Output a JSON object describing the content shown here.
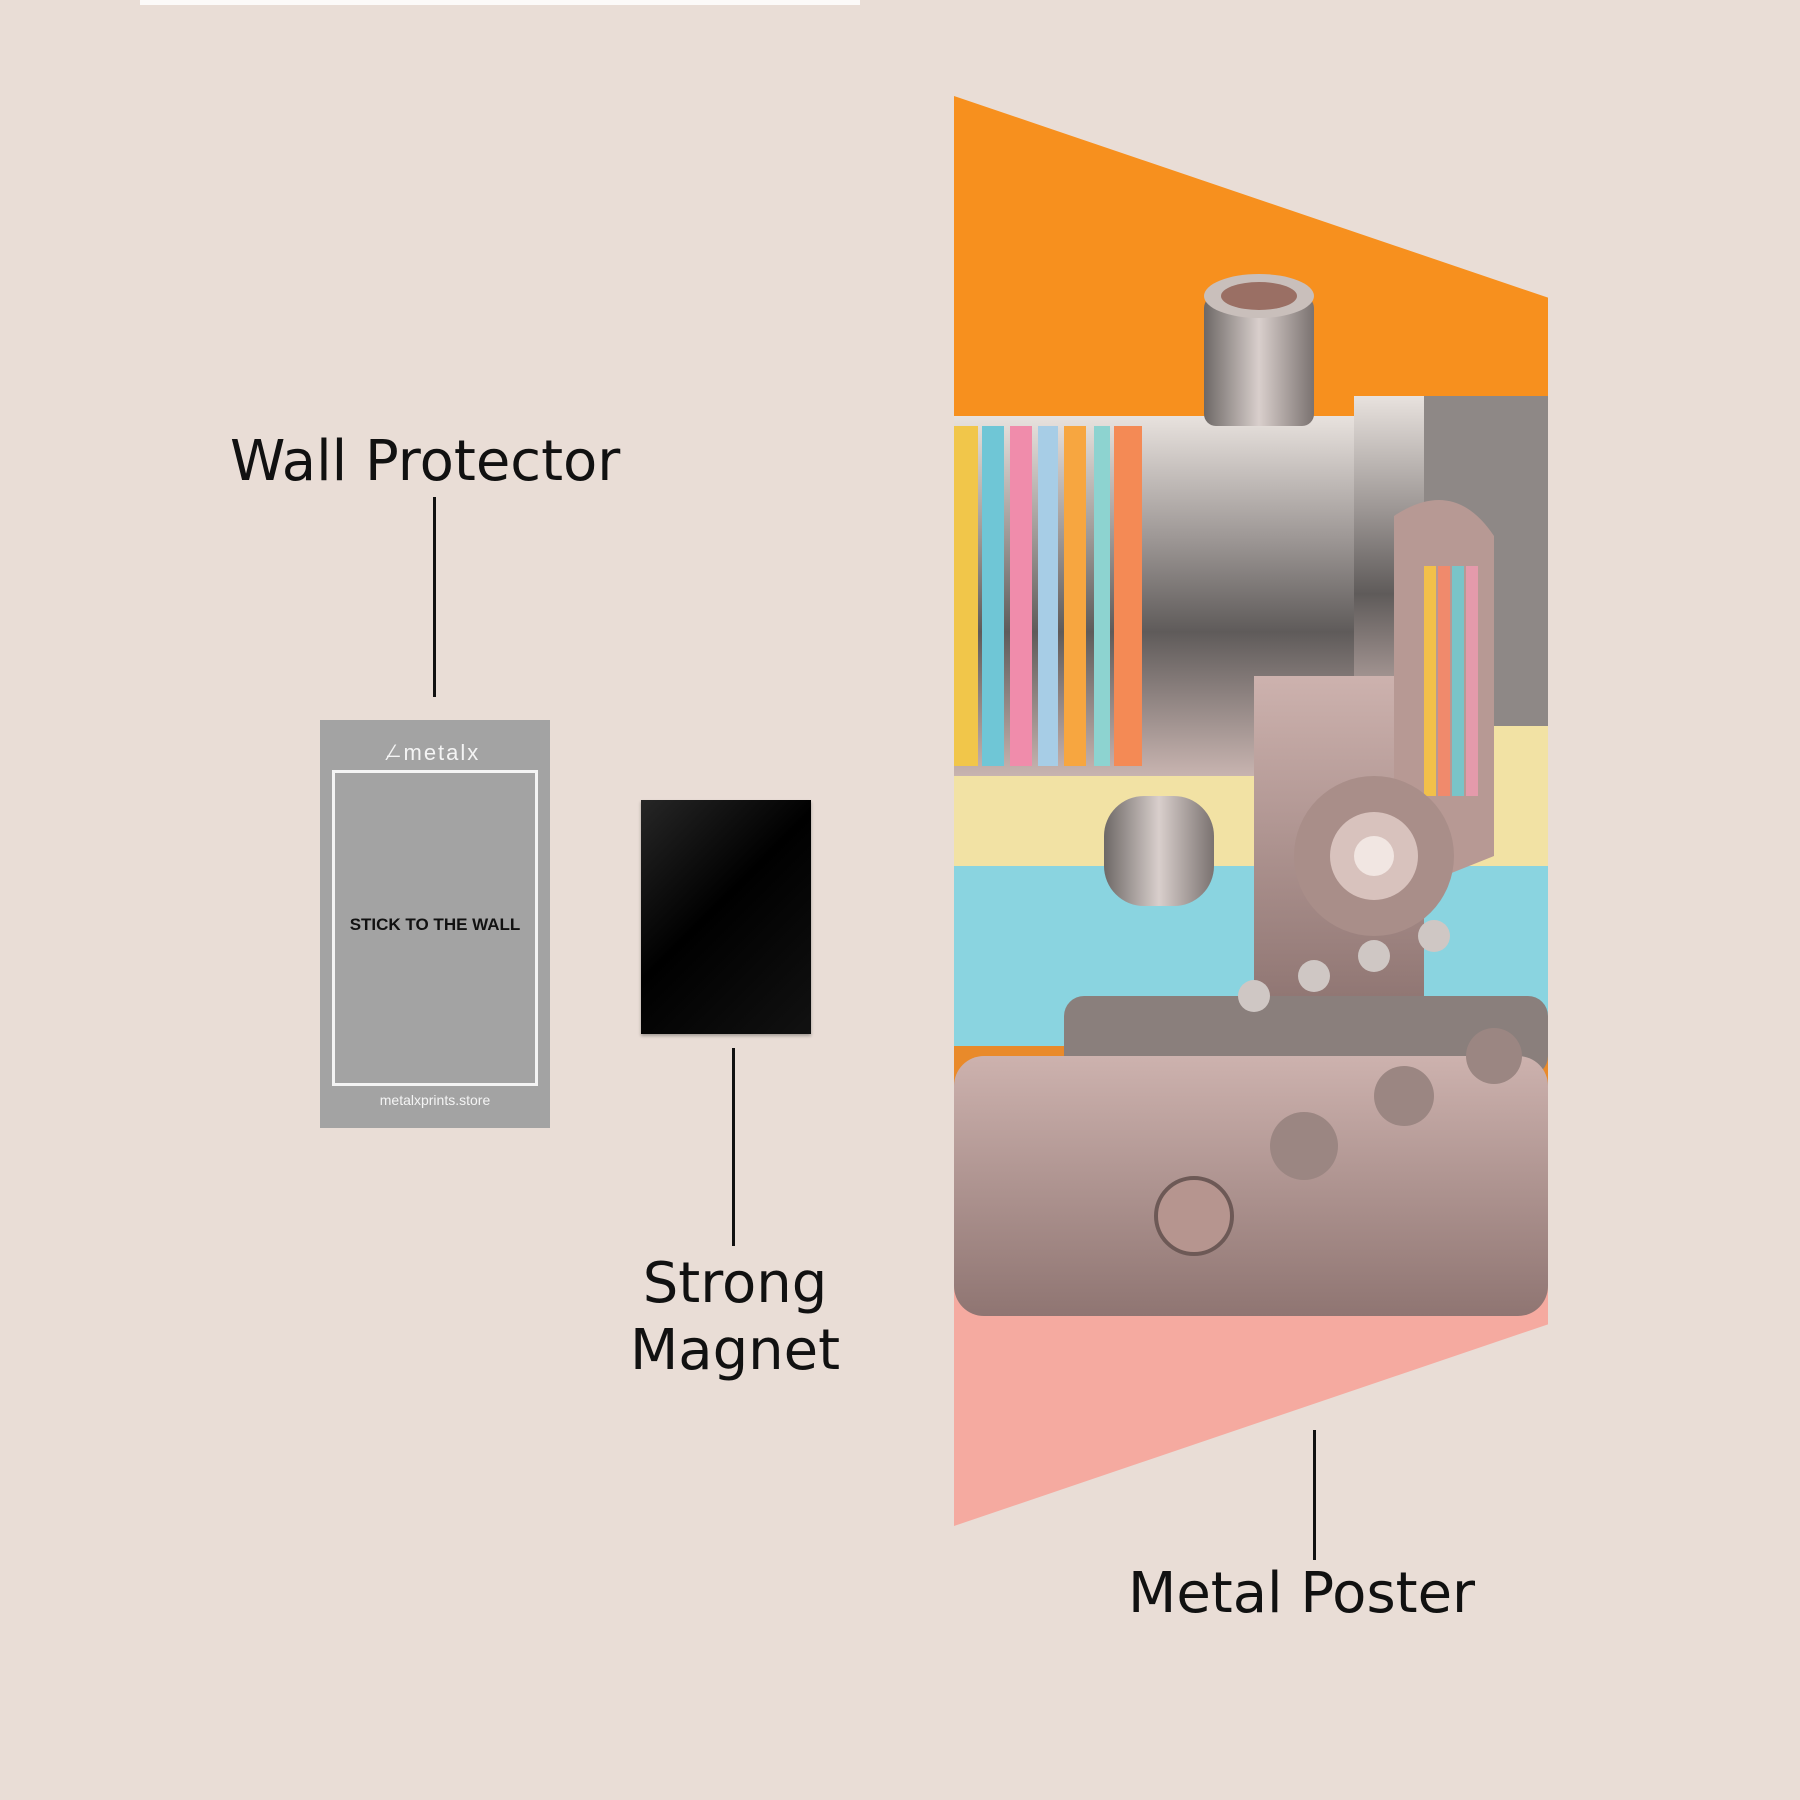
{
  "labels": {
    "wall_protector": "Wall Protector",
    "strong_magnet": "Strong Magnet",
    "metal_poster": "Metal Poster"
  },
  "protector": {
    "brand": "metalx",
    "instruction": "STICK TO THE WALL",
    "website": "metalxprints.store"
  },
  "colors": {
    "background": "#e9ddd6",
    "protector": "#a3a3a3",
    "magnet": "#000000",
    "poster_orange": "#f7901e",
    "poster_yellow": "#f2e2a4",
    "poster_cyan": "#8ad4e0",
    "poster_pink": "#f5aaa0"
  }
}
